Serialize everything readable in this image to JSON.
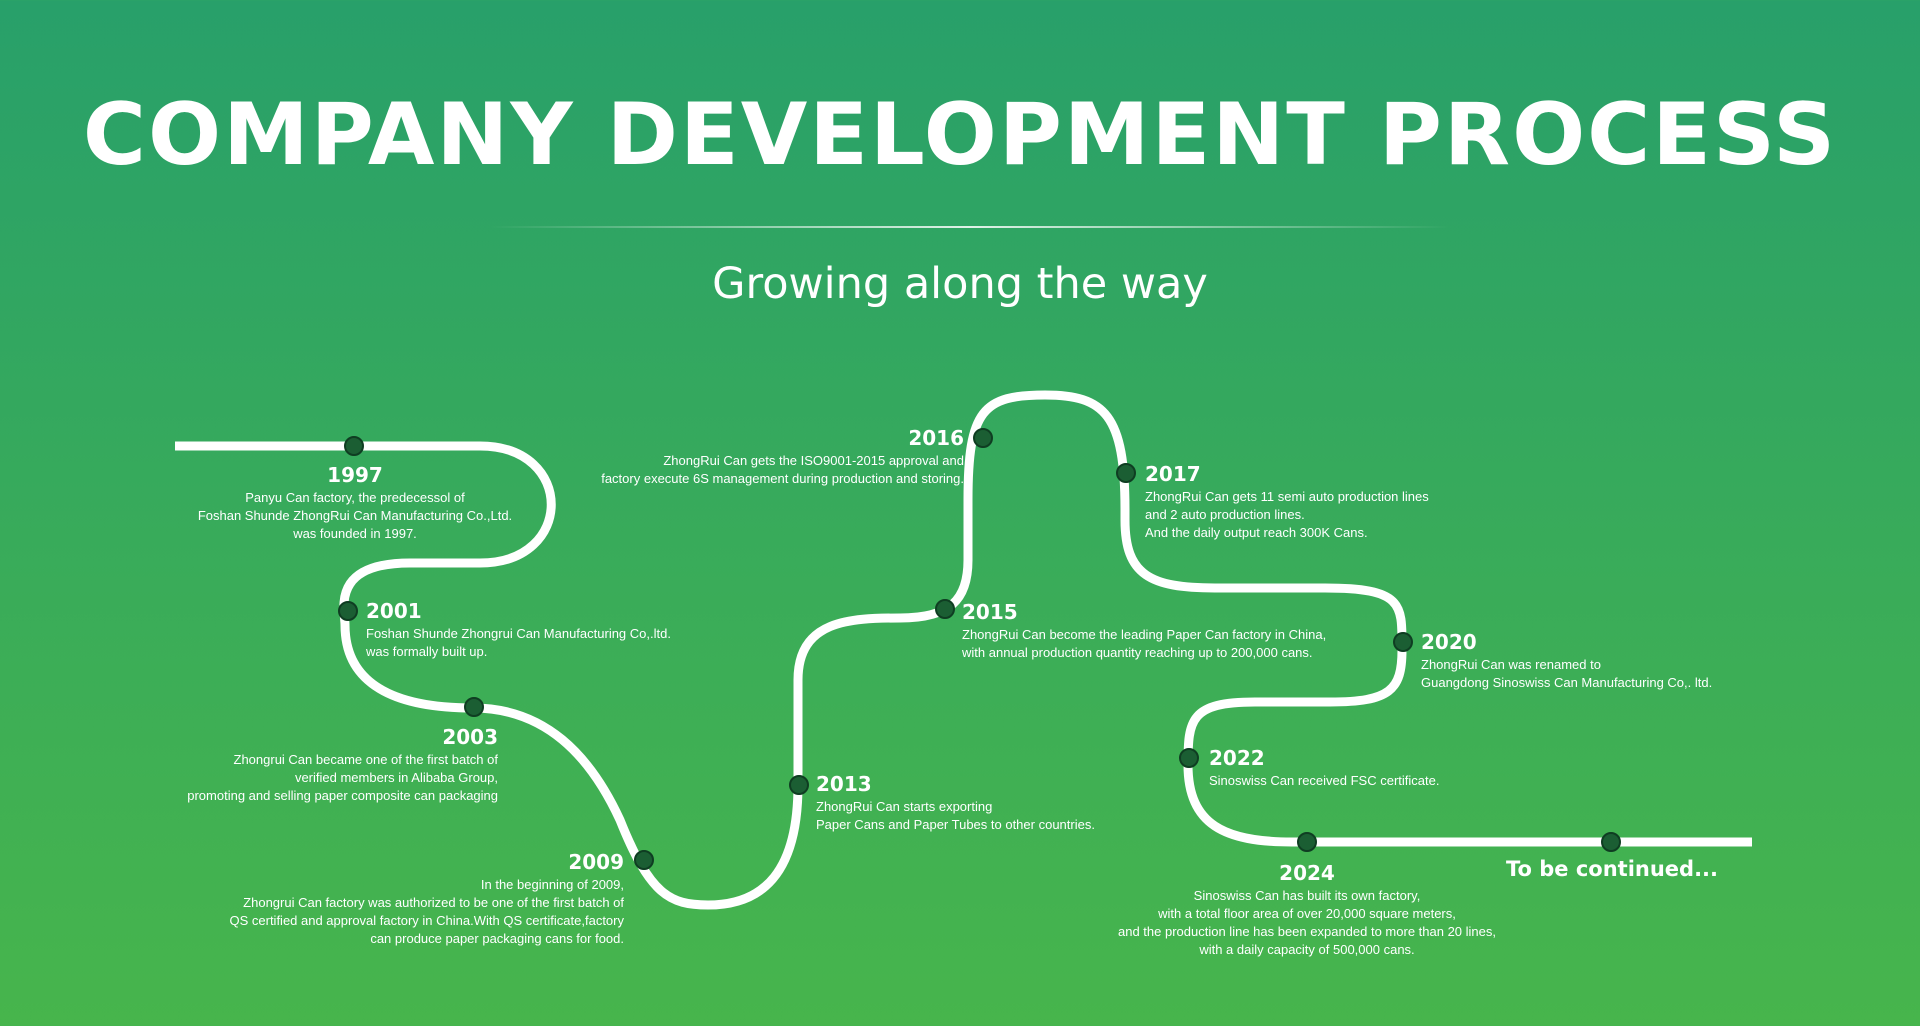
{
  "header": {
    "title": "COMPANY DEVELOPMENT PROCESS",
    "subtitle": "Growing along the way"
  },
  "colors": {
    "background_top": "#28a06a",
    "background_bottom": "#47b54c",
    "road": "#ffffff",
    "milestone_dot": "#1b5e33"
  },
  "events": [
    {
      "year": "1997",
      "lines": [
        "Panyu Can factory, the predecessol of",
        "Foshan Shunde ZhongRui Can Manufacturing Co.,Ltd.",
        "was founded in 1997."
      ]
    },
    {
      "year": "2001",
      "lines": [
        "Foshan Shunde Zhongrui Can Manufacturing Co,.ltd.",
        "was formally built up."
      ]
    },
    {
      "year": "2003",
      "lines": [
        "Zhongrui Can became one of the first batch of",
        "verified members in Alibaba Group,",
        "promoting and selling paper composite can packaging"
      ]
    },
    {
      "year": "2009",
      "lines": [
        "In the beginning of 2009,",
        "Zhongrui Can factory was authorized to be one of the first batch of",
        "QS certified and approval factory in China.With QS certificate,factory",
        "can produce paper packaging cans for food."
      ]
    },
    {
      "year": "2013",
      "lines": [
        "ZhongRui Can starts exporting",
        "Paper Cans and Paper Tubes to other countries."
      ]
    },
    {
      "year": "2015",
      "lines": [
        "ZhongRui Can become the leading Paper Can factory in China,",
        "with annual production quantity reaching up to 200,000 cans."
      ]
    },
    {
      "year": "2016",
      "lines": [
        "ZhongRui Can gets the ISO9001-2015 approval and",
        "factory execute 6S management during production and storing."
      ]
    },
    {
      "year": "2017",
      "lines": [
        "ZhongRui Can gets 11 semi auto production lines",
        "and 2 auto production lines.",
        "And the daily output reach 300K Cans."
      ]
    },
    {
      "year": "2020",
      "lines": [
        "ZhongRui Can was renamed to",
        "Guangdong Sinoswiss Can Manufacturing Co,. ltd."
      ]
    },
    {
      "year": "2022",
      "lines": [
        "Sinoswiss Can received FSC certificate."
      ]
    },
    {
      "year": "2024",
      "lines": [
        "Sinoswiss Can has built its own factory,",
        "with a total floor area of over 20,000 square meters,",
        "and the production line has been expanded to more than 20 lines,",
        "with a daily capacity of 500,000 cans."
      ]
    }
  ],
  "footer_label": "To be continued..."
}
